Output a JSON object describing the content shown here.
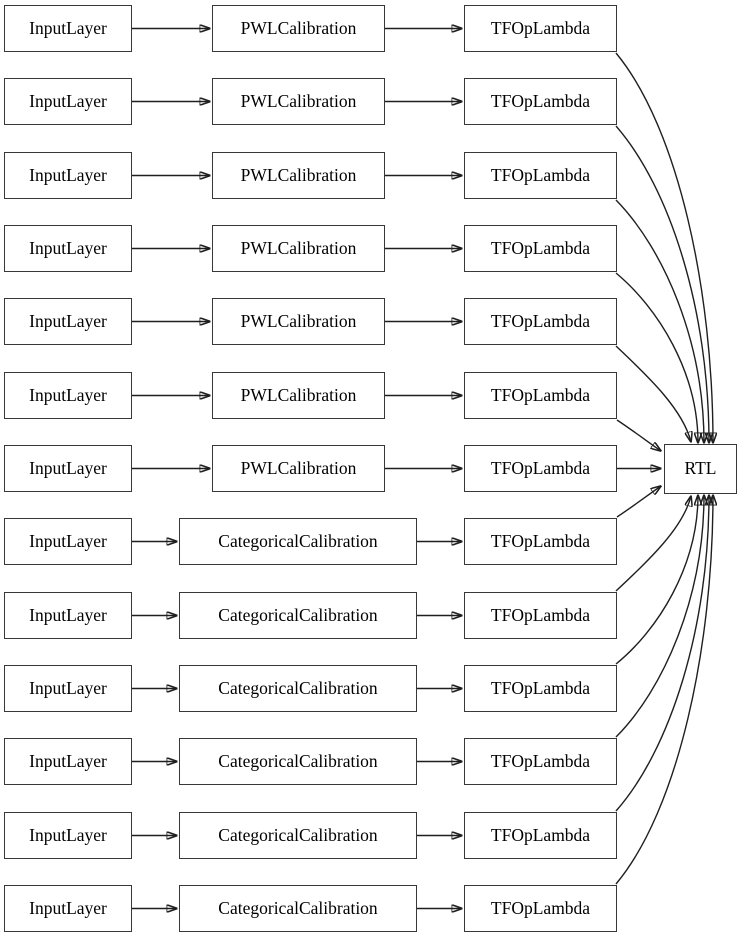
{
  "diagram": {
    "rtl_label": "RTL",
    "rows": [
      {
        "input": "InputLayer",
        "calibration": "PWLCalibration",
        "lambda": "TFOpLambda"
      },
      {
        "input": "InputLayer",
        "calibration": "PWLCalibration",
        "lambda": "TFOpLambda"
      },
      {
        "input": "InputLayer",
        "calibration": "PWLCalibration",
        "lambda": "TFOpLambda"
      },
      {
        "input": "InputLayer",
        "calibration": "PWLCalibration",
        "lambda": "TFOpLambda"
      },
      {
        "input": "InputLayer",
        "calibration": "PWLCalibration",
        "lambda": "TFOpLambda"
      },
      {
        "input": "InputLayer",
        "calibration": "PWLCalibration",
        "lambda": "TFOpLambda"
      },
      {
        "input": "InputLayer",
        "calibration": "PWLCalibration",
        "lambda": "TFOpLambda"
      },
      {
        "input": "InputLayer",
        "calibration": "CategoricalCalibration",
        "lambda": "TFOpLambda"
      },
      {
        "input": "InputLayer",
        "calibration": "CategoricalCalibration",
        "lambda": "TFOpLambda"
      },
      {
        "input": "InputLayer",
        "calibration": "CategoricalCalibration",
        "lambda": "TFOpLambda"
      },
      {
        "input": "InputLayer",
        "calibration": "CategoricalCalibration",
        "lambda": "TFOpLambda"
      },
      {
        "input": "InputLayer",
        "calibration": "CategoricalCalibration",
        "lambda": "TFOpLambda"
      },
      {
        "input": "InputLayer",
        "calibration": "CategoricalCalibration",
        "lambda": "TFOpLambda"
      }
    ],
    "edge_color": "#1f1f1f"
  }
}
